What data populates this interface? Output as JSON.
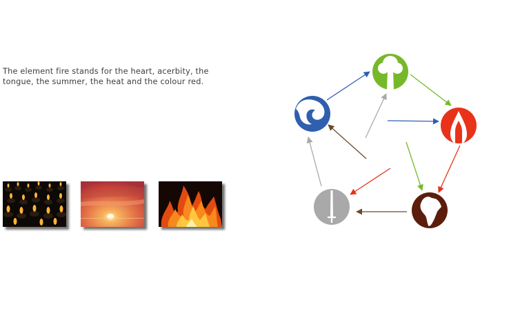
{
  "description": "The element fire stands for the heart, acerbity, the tongue, the summer, the heat and the colour red.",
  "thumbnails": [
    "candles-photo",
    "sunset-photo",
    "fire-photo"
  ],
  "elements": [
    {
      "id": "wood",
      "icon": "tree-icon",
      "color": "#77b82a"
    },
    {
      "id": "fire",
      "icon": "flame-icon",
      "color": "#e8321a"
    },
    {
      "id": "earth",
      "icon": "africa-icon",
      "color": "#5c1e0c"
    },
    {
      "id": "metal",
      "icon": "sword-icon",
      "color": "#a9a9a9"
    },
    {
      "id": "water",
      "icon": "wave-icon",
      "color": "#2f5fae"
    }
  ],
  "arrow_colors": {
    "blue": "#2f5fae",
    "green": "#77b82a",
    "red": "#e8321a",
    "brown": "#6b4a2a",
    "gray": "#a9a9a9"
  }
}
